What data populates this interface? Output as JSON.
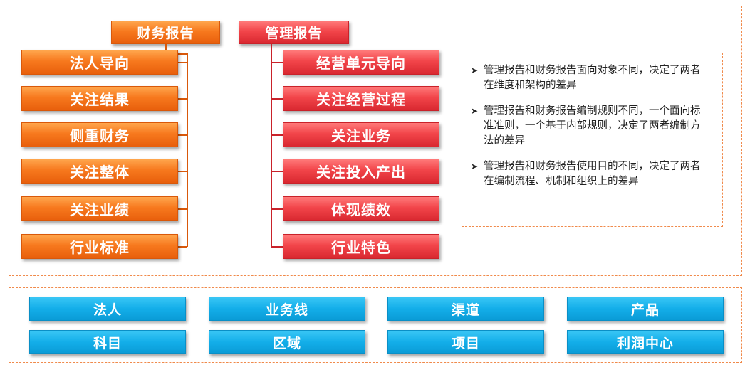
{
  "financial_report": {
    "title": "财务报告",
    "items": [
      "法人导向",
      "关注结果",
      "侧重财务",
      "关注整体",
      "关注业绩",
      "行业标准"
    ]
  },
  "management_report": {
    "title": "管理报告",
    "items": [
      "经营单元导向",
      "关注经营过程",
      "关注业务",
      "关注投入产出",
      "体现绩效",
      "行业特色"
    ]
  },
  "notes": {
    "bullet": "➤",
    "items": [
      "管理报告和财务报告面向对象不同，决定了两者在维度和架构的差异",
      "管理报告和财务报告编制规则不同，一个面向标准准则，一个基于内部规则，决定了两者编制方法的差异",
      "管理报告和财务报告使用目的不同，决定了两者在编制流程、机制和组织上的差异"
    ]
  },
  "dimensions": {
    "row1": [
      "法人",
      "业务线",
      "渠道",
      "产品"
    ],
    "row2": [
      "科目",
      "区域",
      "项目",
      "利润中心"
    ]
  },
  "colors": {
    "orange": "#f7791e",
    "red": "#f2454a",
    "blue": "#13aee9",
    "dashed_border": "#f08a4b"
  }
}
